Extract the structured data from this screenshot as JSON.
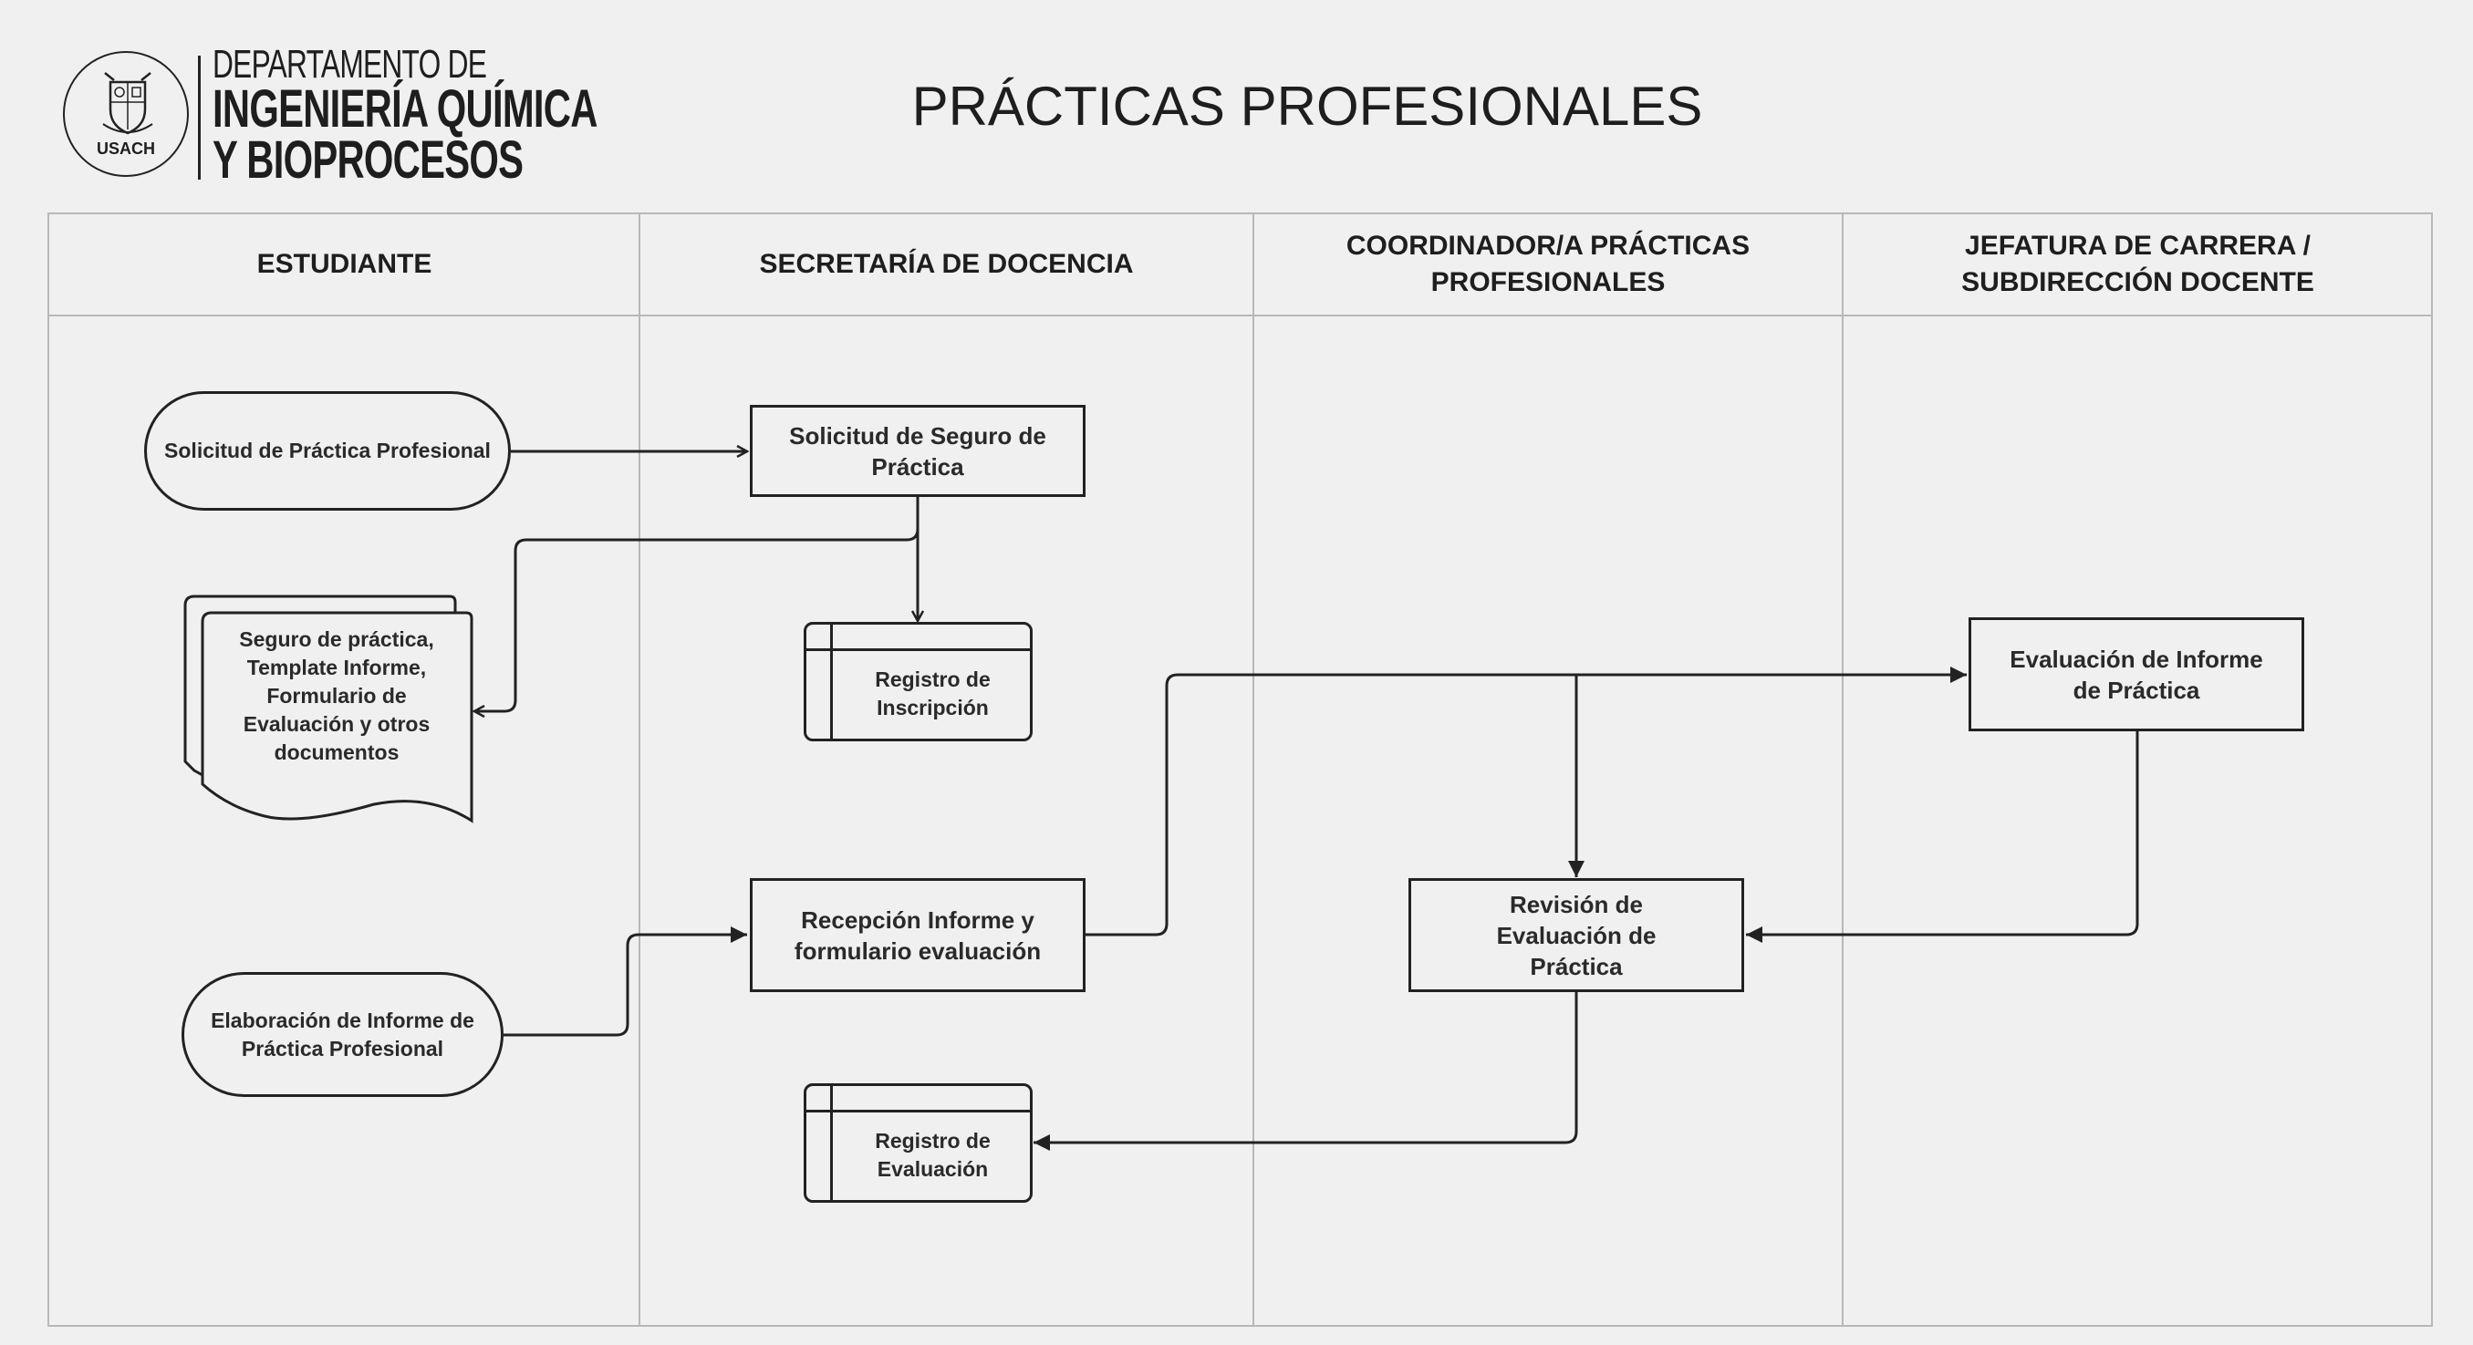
{
  "logo": {
    "seal_text": "USACH",
    "line1": "DEPARTAMENTO DE",
    "line2": "INGENIERÍA QUÍMICA",
    "line3": "Y BIOPROCESOS"
  },
  "title": "PRÁCTICAS PROFESIONALES",
  "lanes": [
    {
      "label": "ESTUDIANTE"
    },
    {
      "label": "SECRETARÍA DE DOCENCIA"
    },
    {
      "label": "COORDINADOR/A PRÁCTICAS PROFESIONALES"
    },
    {
      "label": "JEFATURA DE CARRERA / SUBDIRECCIÓN DOCENTE"
    }
  ],
  "nodes": {
    "solicitud_practica": "Solicitud de Práctica Profesional",
    "solicitud_seguro": "Solicitud de Seguro de Práctica",
    "documentos": "Seguro de práctica, Template Informe, Formulario de Evaluación y otros documentos",
    "registro_inscripcion": "Registro de Inscripción",
    "evaluacion_informe": "Evaluación de Informe de Práctica",
    "recepcion_informe": "Recepción Informe y formulario evaluación",
    "revision_evaluacion": "Revisión de Evaluación de Práctica",
    "elaboracion_informe": "Elaboración de Informe de Práctica Profesional",
    "registro_evaluacion": "Registro de Evaluación"
  },
  "colors": {
    "background": "#f0f0f0",
    "stroke": "#222222",
    "lane_border": "#b8b8b8"
  }
}
